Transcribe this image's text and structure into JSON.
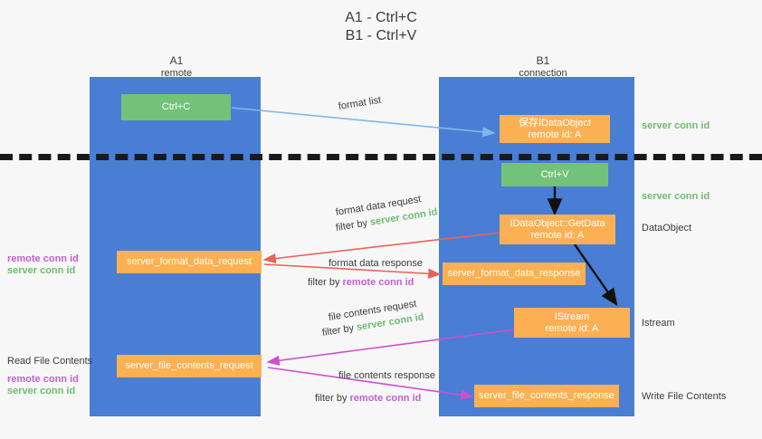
{
  "title": {
    "line1": "A1 - Ctrl+C",
    "line2": "B1 - Ctrl+V"
  },
  "columns": [
    {
      "name": "A1",
      "sub": "remote"
    },
    {
      "name": "B1",
      "sub": "connection"
    }
  ],
  "boxes": {
    "ctrl_c": "Ctrl+C",
    "ctrl_v": "Ctrl+V",
    "save_dataobject_l1": "保存IDataObject",
    "save_dataobject_l2": "remote id: A",
    "getdata_l1": "IDataObject::GetData",
    "getdata_l2": "remote id: A",
    "istream_l1": "IStream",
    "istream_l2": "remote id: A",
    "server_format_data_request": "server_format_data_request",
    "server_format_data_response": "server_format_data_response",
    "server_file_contents_request": "server_file_contents_request",
    "server_file_contents_response": "server_file_contents_response"
  },
  "arrow_labels": {
    "format_list": "format list",
    "format_data_request": "format data request",
    "format_data_request_filter_prefix": "filter by ",
    "format_data_request_filter_value": "server conn id",
    "format_data_response": "format data response",
    "format_data_response_filter_prefix": "filter by ",
    "format_data_response_filter_value": "remote conn id",
    "file_contents_request": "file contents request",
    "file_contents_request_filter_prefix": "filter by ",
    "file_contents_request_filter_value": "server conn id",
    "file_contents_response": "file contents response",
    "file_contents_response_filter_prefix": "filter by ",
    "file_contents_response_filter_value": "remote conn id"
  },
  "right_labels": {
    "server_conn_id_top": "server conn id",
    "server_conn_id_mid": "server conn id",
    "dataobject": "DataObject",
    "istream": "Istream",
    "write_file_contents": "Write File Contents"
  },
  "left_labels": {
    "remote_conn_id_upper": "remote conn id",
    "server_conn_id_upper": "server conn id",
    "read_file_contents": "Read File Contents",
    "remote_conn_id_lower": "remote conn id",
    "server_conn_id_lower": "server conn id"
  },
  "colors": {
    "lane": "#4a7ed4",
    "green_box": "#72c279",
    "orange_box": "#fbb054",
    "green_text": "#6dbd6f",
    "magenta_text": "#c45fd4",
    "red_arrow": "#e8645a",
    "magenta_arrow": "#cc4fd0",
    "lightblue_arrow": "#7fb8e8",
    "black_arrow": "#111111",
    "background": "#f7f7f7"
  }
}
